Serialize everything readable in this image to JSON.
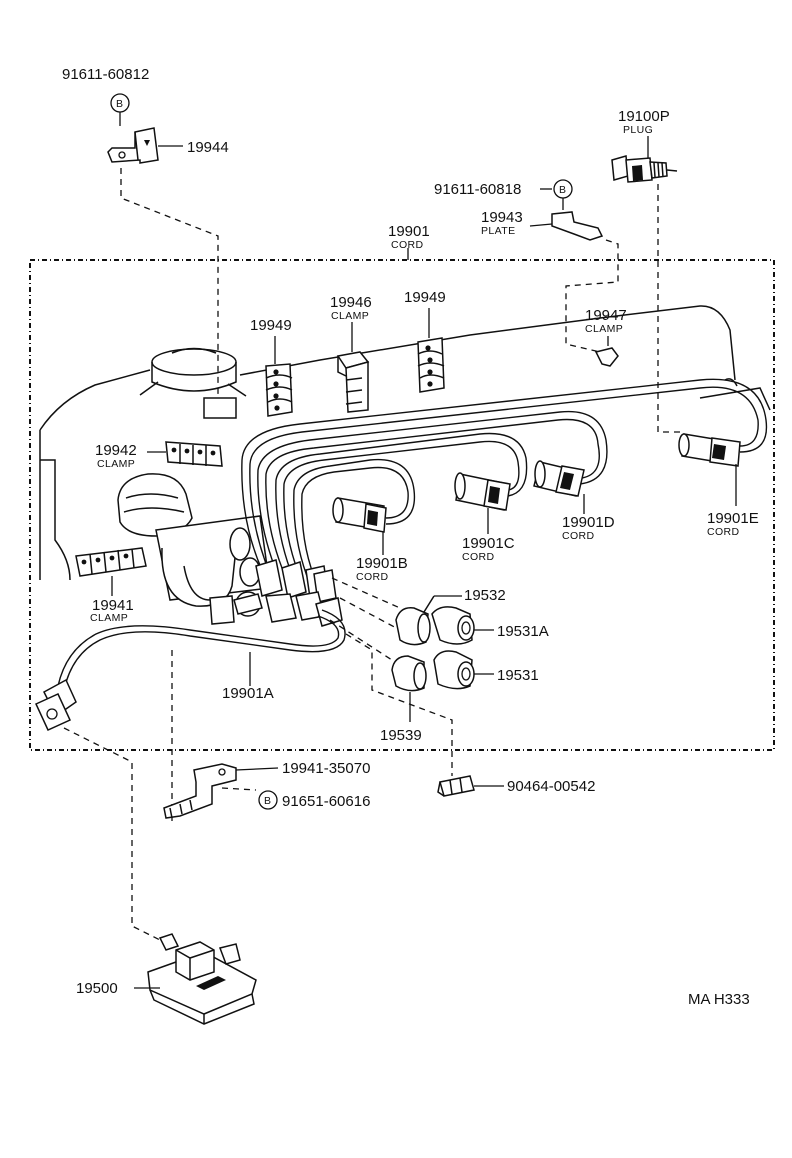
{
  "labels": {
    "bolt_top_left": "91611-60812",
    "bolt_top_left_mark": "B",
    "bracket_19944": "19944",
    "plug_num": "19100P",
    "plug_name": "PLUG",
    "bolt_plate": "91611-60818",
    "bolt_plate_mark": "B",
    "plate_num": "19943",
    "plate_name": "PLATE",
    "cord_set_num": "19901",
    "cord_set_name": "CORD",
    "clamp_19946_num": "19946",
    "clamp_19946_name": "CLAMP",
    "clamp_19949_left": "19949",
    "clamp_19949_right": "19949",
    "clamp_19947_num": "19947",
    "clamp_19947_name": "CLAMP",
    "clamp_19942_num": "19942",
    "clamp_19942_name": "CLAMP",
    "clamp_19941_num": "19941",
    "clamp_19941_name": "CLAMP",
    "cord_b_num": "19901B",
    "cord_b_name": "CORD",
    "cord_c_num": "19901C",
    "cord_c_name": "CORD",
    "cord_d_num": "19901D",
    "cord_d_name": "CORD",
    "cord_e_num": "19901E",
    "cord_e_name": "CORD",
    "boot_19532": "19532",
    "boot_19531a": "19531A",
    "boot_19531": "19531",
    "boot_19539": "19539",
    "cord_a_num": "19901A",
    "bracket_19941": "19941-35070",
    "bolt_bottom": "91651-60616",
    "bolt_bottom_mark": "B",
    "clip_90464": "90464-00542",
    "coil_num": "19500",
    "figure_code": "MA H333"
  }
}
